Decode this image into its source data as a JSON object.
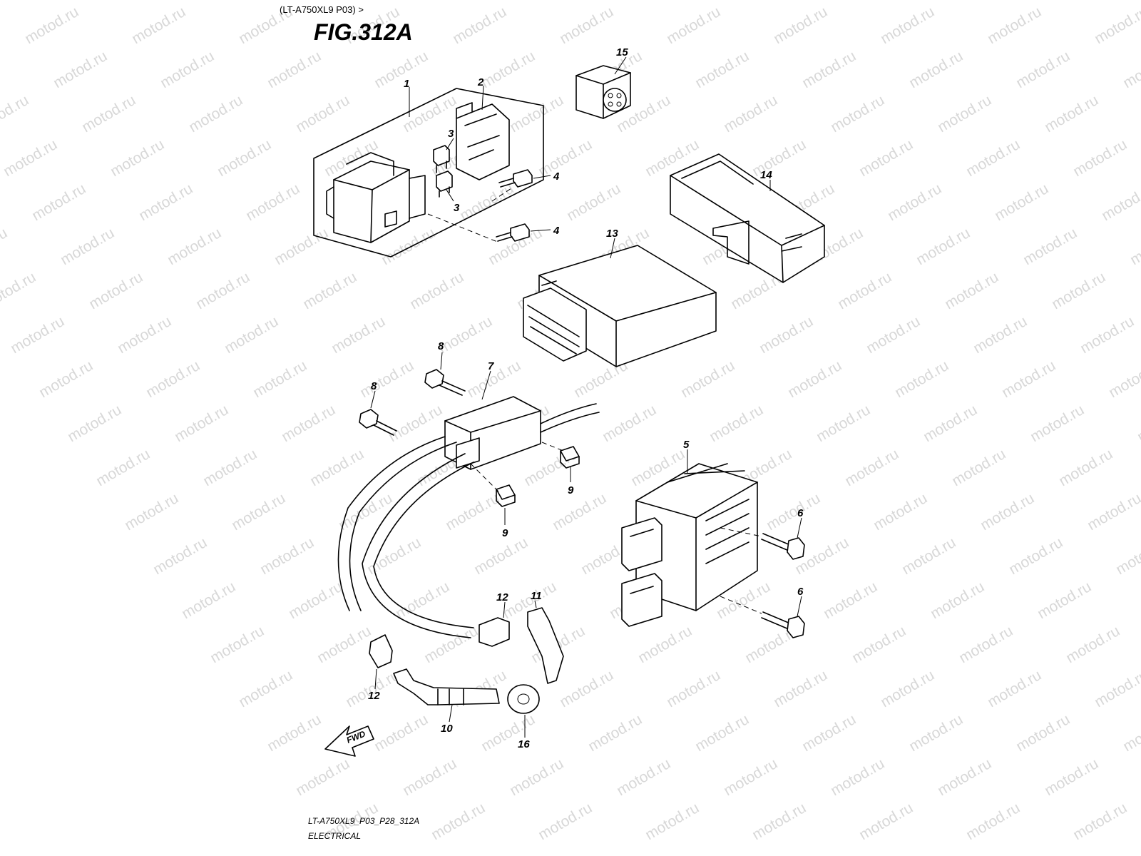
{
  "header": {
    "model_ref": "(LT-A750XL9 P03) >",
    "figure_title": "FIG.312A"
  },
  "watermark": "motod.ru",
  "callouts": {
    "p1": "1",
    "p2": "2",
    "p3a": "3",
    "p3b": "3",
    "p4a": "4",
    "p4b": "4",
    "p5": "5",
    "p6a": "6",
    "p6b": "6",
    "p7": "7",
    "p8a": "8",
    "p8b": "8",
    "p9a": "9",
    "p9b": "9",
    "p10": "10",
    "p11": "11",
    "p12a": "12",
    "p12b": "12",
    "p13": "13",
    "p14": "14",
    "p15": "15",
    "p16": "16"
  },
  "fwd_label": "FWD",
  "footer": {
    "code": "LT-A750XL9_P03_P28_312A",
    "section": "ELECTRICAL"
  }
}
